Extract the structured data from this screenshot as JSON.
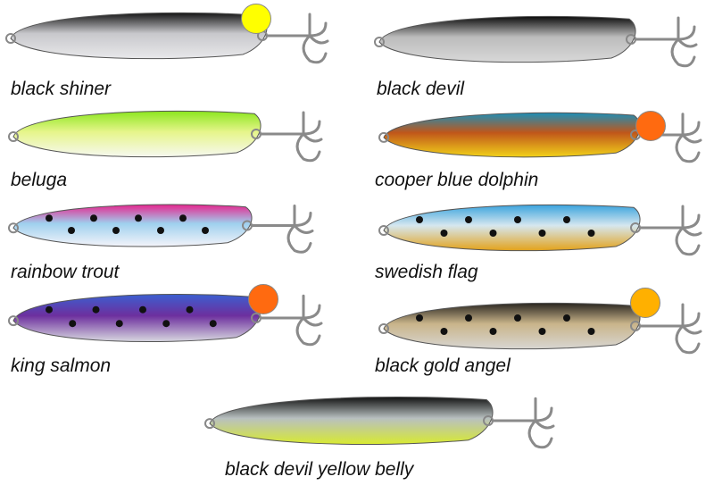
{
  "lures": [
    {
      "name": "black shiner",
      "top": "#151515",
      "mid": "#c8c8cc",
      "bottom": "#e8e8ea",
      "spots": false,
      "marker": "#ffff00"
    },
    {
      "name": "black devil",
      "top": "#0c0c0c",
      "mid": "#bcbcbc",
      "bottom": "#d8d8d8",
      "spots": false,
      "marker": null
    },
    {
      "name": "beluga",
      "top": "#8ce61e",
      "mid": "#e6f58a",
      "bottom": "#f6f8f0",
      "spots": false,
      "marker": null
    },
    {
      "name": "cooper blue dolphin",
      "top": "#1c8fb8",
      "mid": "#c0561a",
      "bottom": "#f2d21a",
      "spots": false,
      "marker": "#ff6a10"
    },
    {
      "name": "rainbow trout",
      "top": "#e5258e",
      "mid": "#9fd0ee",
      "bottom": "#f4f4fa",
      "spots": true,
      "marker": null
    },
    {
      "name": "swedish flag",
      "top": "#3aa3dd",
      "mid": "#d6e7ef",
      "bottom": "#e3a21a",
      "spots": true,
      "marker": null
    },
    {
      "name": "king salmon",
      "top": "#3b5fd0",
      "mid": "#6d2f9e",
      "bottom": "#d8d8e0",
      "spots": true,
      "marker": "#ff6a10"
    },
    {
      "name": "black gold angel",
      "top": "#2a2620",
      "mid": "#c9b48a",
      "bottom": "#d8d6d2",
      "spots": true,
      "marker": "#ffb000"
    },
    {
      "name": "black devil yellow belly",
      "top": "#121212",
      "mid": "#b8c0c0",
      "bottom": "#d8ea30",
      "spots": false,
      "marker": null
    }
  ]
}
